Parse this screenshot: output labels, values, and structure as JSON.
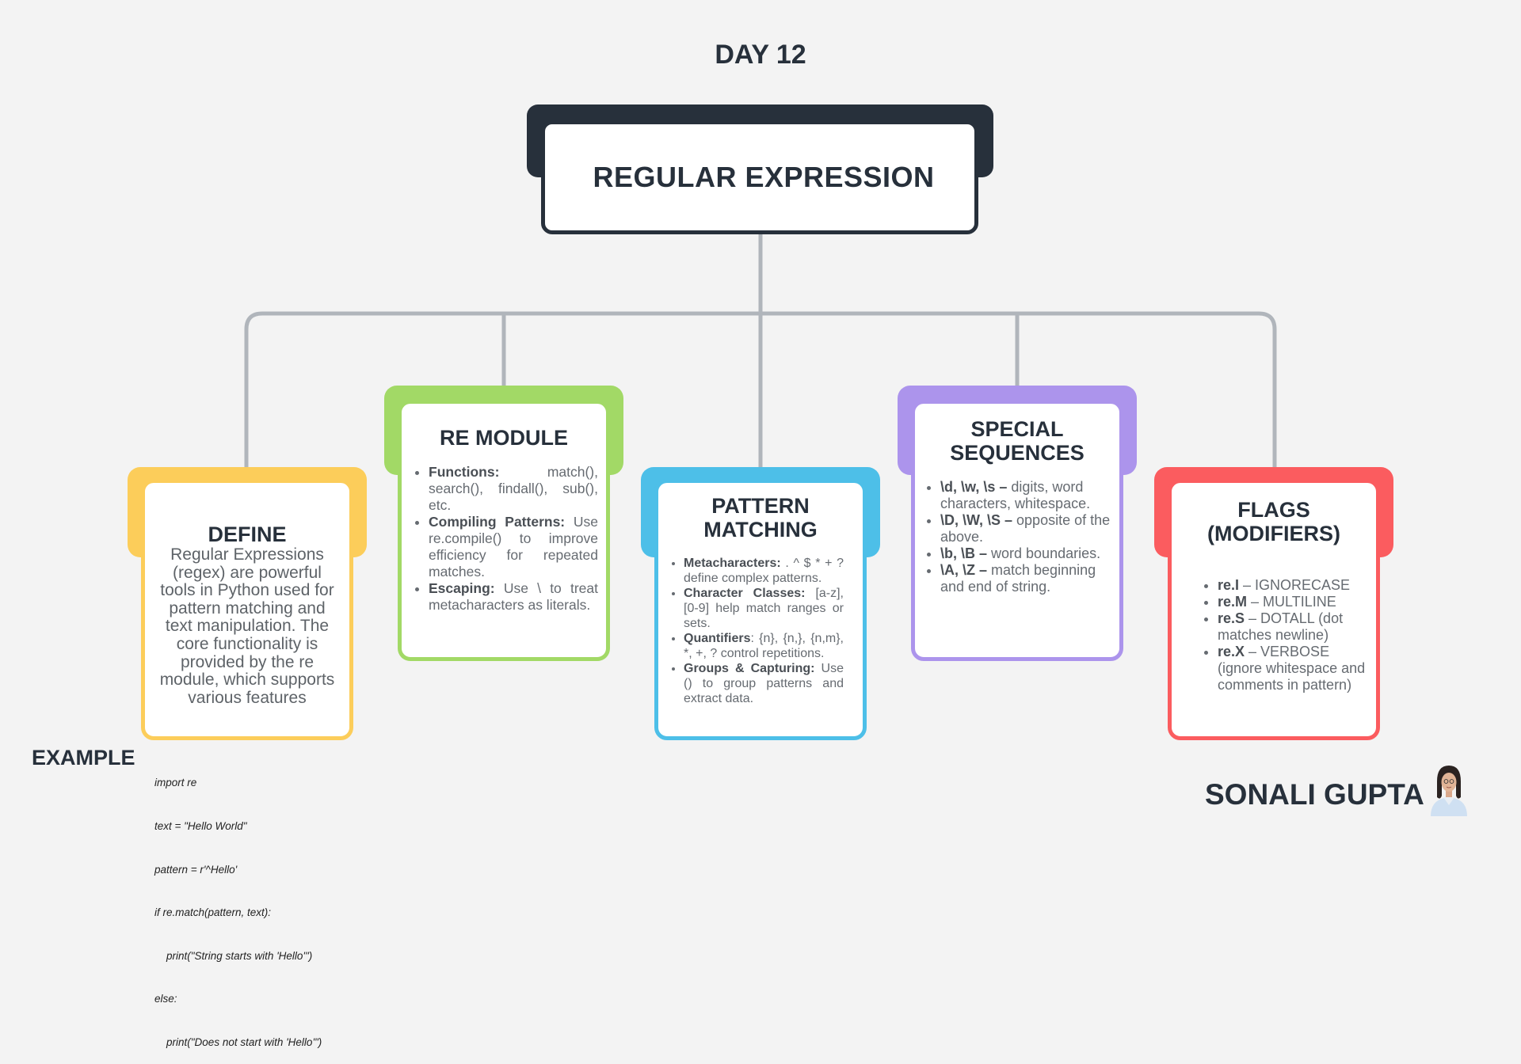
{
  "page": {
    "day_title": "DAY 12",
    "main_title": "REGULAR EXPRESSION"
  },
  "colors": {
    "dark": "#27303b",
    "connector": "#b0b5bb",
    "define": "#fccd5a",
    "re_module": "#a2d966",
    "pattern": "#4dbfe8",
    "special": "#ac94ec",
    "flags": "#fb5c5f"
  },
  "cards": {
    "define": {
      "title": "DEFINE",
      "text": "Regular Expressions (regex) are powerful tools in Python used for pattern matching and text manipulation. The core functionality is provided by the re module, which supports various features"
    },
    "re_module": {
      "title": "RE MODULE",
      "items": [
        {
          "label": "Functions:",
          "text": " match(), search(), findall(), sub(), etc."
        },
        {
          "label": "Compiling Patterns:",
          "text": " Use re.compile() to improve efficiency for repeated matches."
        },
        {
          "label": "Escaping:",
          "text": " Use \\ to treat metacharacters as literals."
        }
      ]
    },
    "pattern": {
      "title": "PATTERN MATCHING",
      "items": [
        {
          "label": "Metacharacters:",
          "text": " . ^ $ * + ? define complex patterns."
        },
        {
          "label": "Character Classes:",
          "text": " [a-z], [0-9] help match ranges or sets."
        },
        {
          "label": "Quantifiers",
          "text": ": {n}, {n,}, {n,m}, *, +, ? control repetitions."
        },
        {
          "label": "Groups & Capturing:",
          "text": " Use () to group patterns and extract data."
        }
      ]
    },
    "special": {
      "title": "SPECIAL SEQUENCES",
      "items": [
        {
          "label": "\\d, \\w, \\s –",
          "text": " digits, word characters, whitespace."
        },
        {
          "label": "\\D, \\W, \\S –",
          "text": " opposite of the above."
        },
        {
          "label": "\\b, \\B –",
          "text": " word boundaries."
        },
        {
          "label": "\\A, \\Z –",
          "text": " match beginning and end of string."
        }
      ]
    },
    "flags": {
      "title": "FLAGS (MODIFIERS)",
      "items": [
        {
          "label": "re.I",
          "text": " – IGNORECASE"
        },
        {
          "label": "re.M",
          "text": " – MULTILINE"
        },
        {
          "label": "re.S",
          "text": " – DOTALL (dot matches newline)"
        },
        {
          "label": "re.X",
          "text": " – VERBOSE (ignore whitespace and comments in pattern)"
        }
      ]
    }
  },
  "example": {
    "label": "EXAMPLE",
    "code_lines": [
      "import re",
      "text = \"Hello World\"",
      "pattern = r'^Hello'",
      "if re.match(pattern, text):",
      "    print(\"String starts with 'Hello'\")",
      "else:",
      "    print(\"Does not start with 'Hello'\")"
    ]
  },
  "author": {
    "name": "SONALI GUPTA",
    "avatar_icon": "person-avatar-icon"
  }
}
